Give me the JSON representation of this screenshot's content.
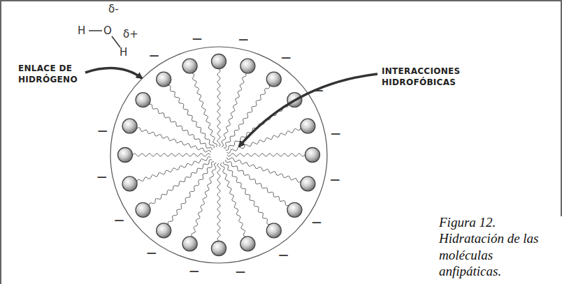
{
  "diagram": {
    "caption": "Figura 12. Hidratación de las moléculas anfipáticas.",
    "labels": [
      "δ-",
      "H",
      "O",
      "H",
      "δ+",
      "ENLACE DE HIDRÓGENO",
      "INTERACCIONES HIDROFÓBICAS",
      "—",
      "—",
      "—",
      "—",
      "—",
      "—",
      "—",
      "—",
      "—",
      "—",
      "—",
      "—",
      "—",
      "—",
      "—"
    ]
  }
}
